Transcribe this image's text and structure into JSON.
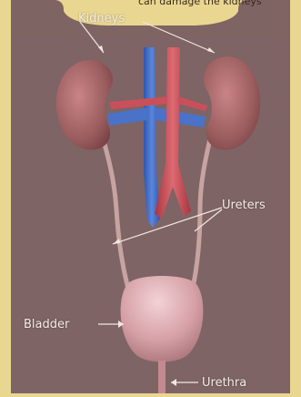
{
  "caption_fragment": "can damage the kidneys",
  "labels": {
    "kidneys": "Kidneys",
    "ureters": "Ureters",
    "bladder": "Bladder",
    "urethra": "Urethra"
  },
  "colors": {
    "page_background": "#e9d690",
    "body_silhouette": "#7e6463",
    "kidney": "#a8686a",
    "vein": "#4a72c8",
    "artery": "#c9505a",
    "bladder": "#d7a4aa",
    "label_text": "#f4ece4",
    "pointer_line": "#f1e7e0"
  }
}
